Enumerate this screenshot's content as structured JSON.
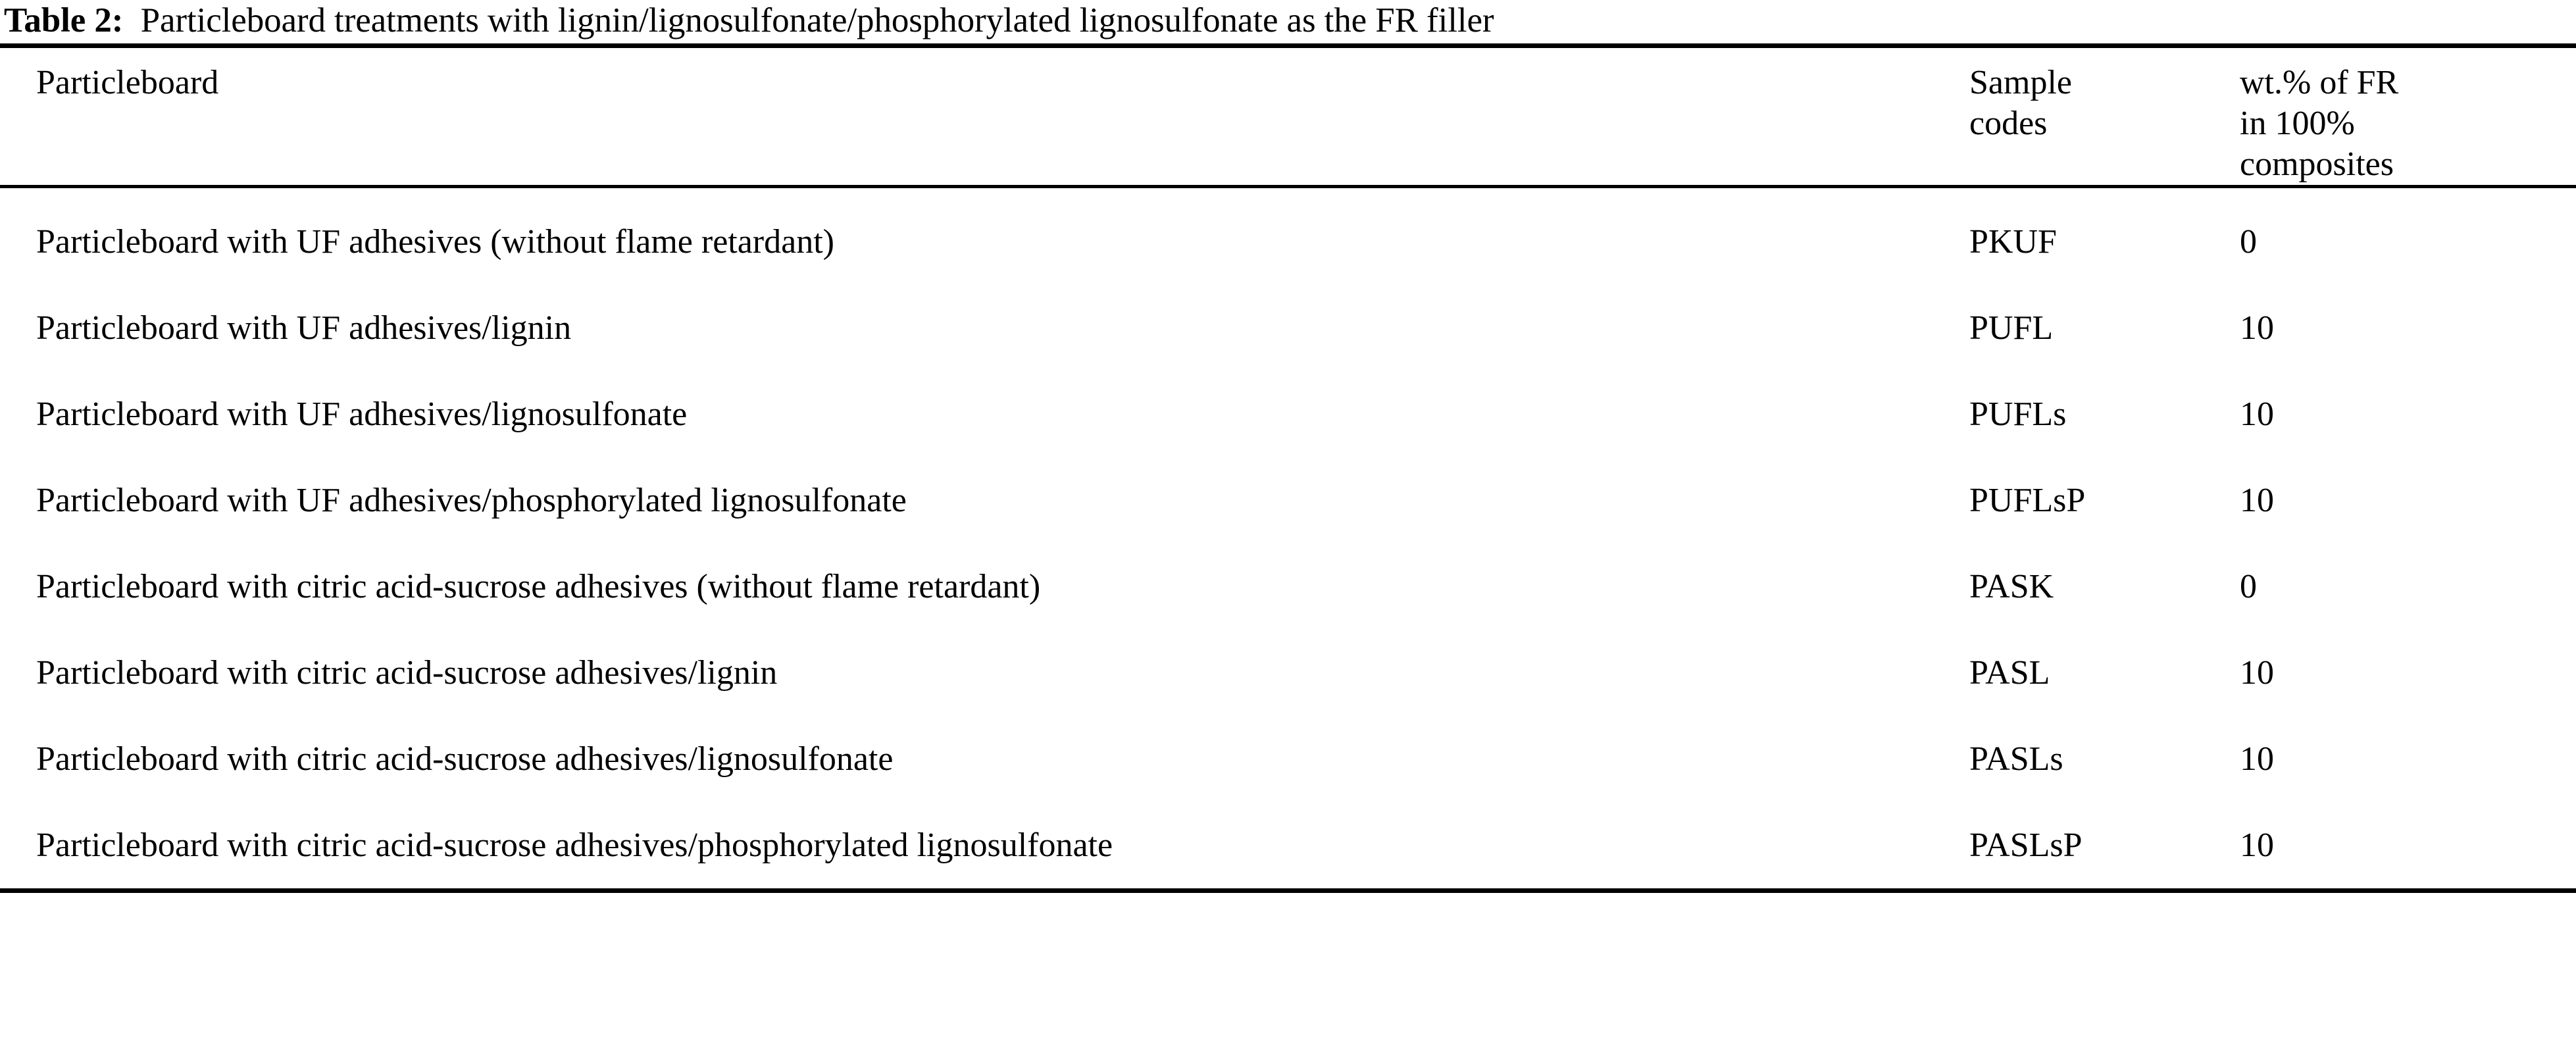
{
  "caption": {
    "label": "Table 2:",
    "text": "Particleboard treatments with lignin/lignosulfonate/phosphorylated lignosulfonate as the FR filler"
  },
  "table": {
    "headers": {
      "description": "Particleboard",
      "sample_codes": "Sample\ncodes",
      "wt_percent": "wt.% of FR\nin 100%\ncomposites"
    },
    "rows": [
      {
        "description": "Particleboard with UF adhesives (without flame retardant)",
        "code": "PKUF",
        "wt": "0"
      },
      {
        "description": "Particleboard with UF adhesives/lignin",
        "code": "PUFL",
        "wt": "10"
      },
      {
        "description": "Particleboard with UF adhesives/lignosulfonate",
        "code": "PUFLs",
        "wt": "10"
      },
      {
        "description": "Particleboard with UF adhesives/phosphorylated lignosulfonate",
        "code": "PUFLsP",
        "wt": "10"
      },
      {
        "description": "Particleboard with citric acid-sucrose adhesives (without flame retardant)",
        "code": "PASK",
        "wt": "0"
      },
      {
        "description": "Particleboard with citric acid-sucrose adhesives/lignin",
        "code": "PASL",
        "wt": "10"
      },
      {
        "description": "Particleboard with citric acid-sucrose adhesives/lignosulfonate",
        "code": "PASLs",
        "wt": "10"
      },
      {
        "description": "Particleboard with citric acid-sucrose adhesives/phosphorylated lignosulfonate",
        "code": "PASLsP",
        "wt": "10"
      }
    ]
  },
  "colors": {
    "text": "#000000",
    "background": "#ffffff",
    "rule": "#000000"
  }
}
